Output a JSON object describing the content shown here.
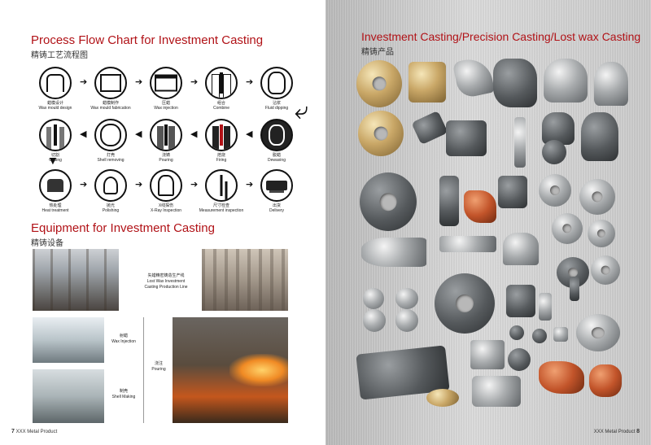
{
  "left_page": {
    "flow": {
      "title": "Process Flow Chart for Investment Casting",
      "title_cn": "精铸工艺流程图",
      "steps": [
        {
          "cn": "蜡模设计",
          "en": "Wax mould design"
        },
        {
          "cn": "蜡模制作",
          "en": "Wax mould fabrication"
        },
        {
          "cn": "压蜡",
          "en": "Wax injection"
        },
        {
          "cn": "组合",
          "en": "Combine"
        },
        {
          "cn": "沾浆",
          "en": "Fluid dipping"
        },
        {
          "cn": "切割",
          "en": "Cutting"
        },
        {
          "cn": "打壳",
          "en": "Shell removing"
        },
        {
          "cn": "浇铸",
          "en": "Pouring"
        },
        {
          "cn": "焙烧",
          "en": "Firing"
        },
        {
          "cn": "脱蜡",
          "en": "Dewaxing"
        },
        {
          "cn": "热处理",
          "en": "Heat treatment"
        },
        {
          "cn": "抛光",
          "en": "Polishing"
        },
        {
          "cn": "X线探伤",
          "en": "X-Ray Inspection"
        },
        {
          "cn": "尺寸检查",
          "en": "Measurement inspection"
        },
        {
          "cn": "出货",
          "en": "Delivery"
        }
      ]
    },
    "equipment": {
      "title": "Equipment for Investment Casting",
      "title_cn": "精铸设备",
      "line_cn": "失蜡精密铸造生产线",
      "line_en_1": "Lost Wax Investment",
      "line_en_2": "Casting Production Line",
      "wax_cn": "射蜡",
      "wax_en": "Wax Injection",
      "shell_cn": "制壳",
      "shell_en": "Shell Making",
      "pour_cn": "浇注",
      "pour_en": "Pouring"
    },
    "footer": {
      "page": "7",
      "company": "XXX Metal Product"
    }
  },
  "right_page": {
    "title": "Investment Casting/Precision Casting/Lost wax Casting",
    "title_cn": "精铸产品",
    "footer": {
      "page": "8",
      "company": "XXX Metal Product"
    }
  },
  "colors": {
    "heading": "#b11217",
    "text": "#222222"
  }
}
